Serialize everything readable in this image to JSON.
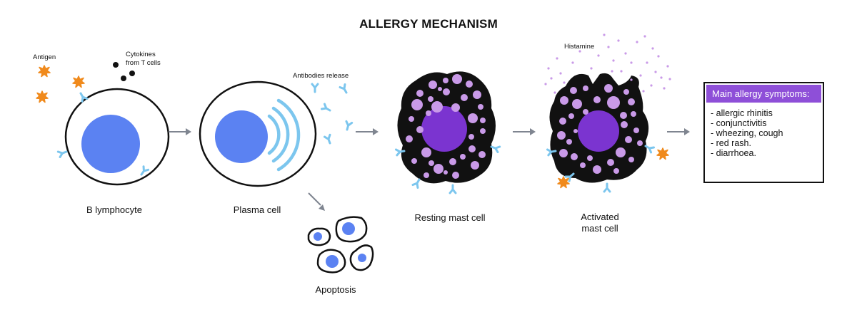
{
  "title": "ALLERGY MECHANISM",
  "labels": {
    "antigen": "Antigen",
    "cytokines_line1": "Cytokines",
    "cytokines_line2": "from T cells",
    "antibodies_release": "Antibodies release",
    "histamine": "Histamine"
  },
  "captions": {
    "b_lymphocyte": "B lymphocyte",
    "plasma_cell": "Plasma cell",
    "apoptosis": "Apoptosis",
    "resting_mast_cell": "Resting mast cell",
    "activated_line1": "Activated",
    "activated_line2": "mast cell"
  },
  "symptoms": {
    "heading": "Main allergy symptoms:",
    "items": [
      "- allergic rhinitis",
      "- conjunctivitis",
      "- wheezing, cough",
      "- red rash.",
      "- diarrhoea."
    ]
  },
  "colors": {
    "nucleus_blue": "#5b82f2",
    "antibody_blue": "#7cc6ee",
    "granule_purple": "#c99ae8",
    "mast_nucleus": "#7b34d0",
    "antigen_orange": "#f08a1c",
    "arrow_gray": "#7f8590",
    "cell_outline": "#111111",
    "heading_purple": "#8e4fd8"
  }
}
